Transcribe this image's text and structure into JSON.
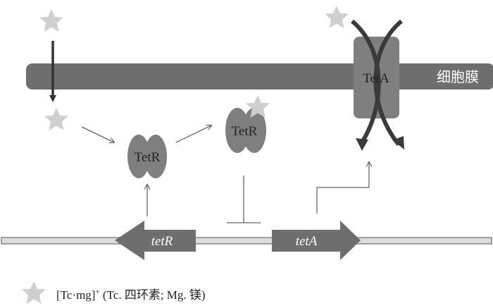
{
  "labels": {
    "membrane": "细胞膜",
    "tetA_protein": "TetA",
    "tetR_protein_1": "TetR",
    "tetR_protein_2": "TetR",
    "tetR_gene": "tetR",
    "tetA_gene": "tetA"
  },
  "legend": {
    "icon": "star-icon",
    "text_main": "[Tc·mg]",
    "text_sup": "+",
    "text_rest": " (Tc. 四环素; Mg. 镁)"
  },
  "colors": {
    "membrane": "#6e6e6e",
    "protein": "#7f7f7f",
    "star": "#cfcfcf",
    "arrow": "#333333",
    "dna_fill": "#dcdcdc",
    "dna_stroke": "#555555",
    "gene": "#6e6e6e",
    "text_light": "#ffffff",
    "text_dark": "#222222"
  }
}
